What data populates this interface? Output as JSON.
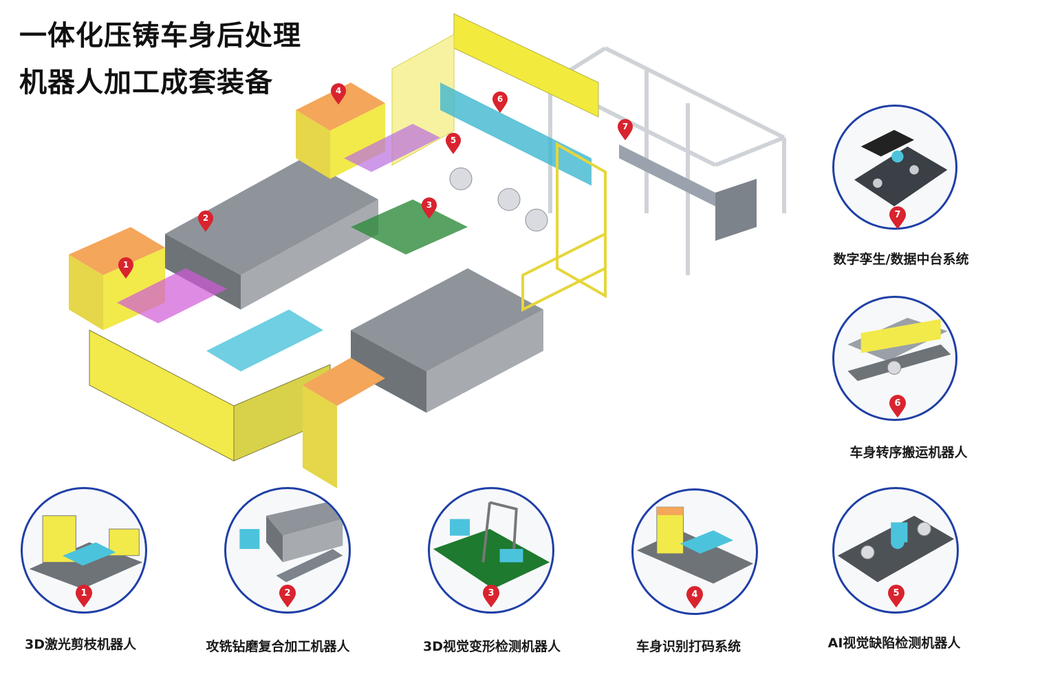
{
  "title": {
    "line1": "一体化压铸车身后处理",
    "line2": "机器人加工成套装备"
  },
  "pin_color": "#d9232e",
  "circle_border_color": "#1f3fa6",
  "modules": [
    {
      "number": "1",
      "caption": "3D激光剪枝机器人"
    },
    {
      "number": "2",
      "caption": "攻铣钻磨复合加工机器人"
    },
    {
      "number": "3",
      "caption": "3D视觉变形检测机器人"
    },
    {
      "number": "4",
      "caption": "车身识别打码系统"
    },
    {
      "number": "5",
      "caption": "AI视觉缺陷检测机器人"
    },
    {
      "number": "6",
      "caption": "车身转序搬运机器人"
    },
    {
      "number": "7",
      "caption": "数字孪生/数据中台系统"
    }
  ]
}
